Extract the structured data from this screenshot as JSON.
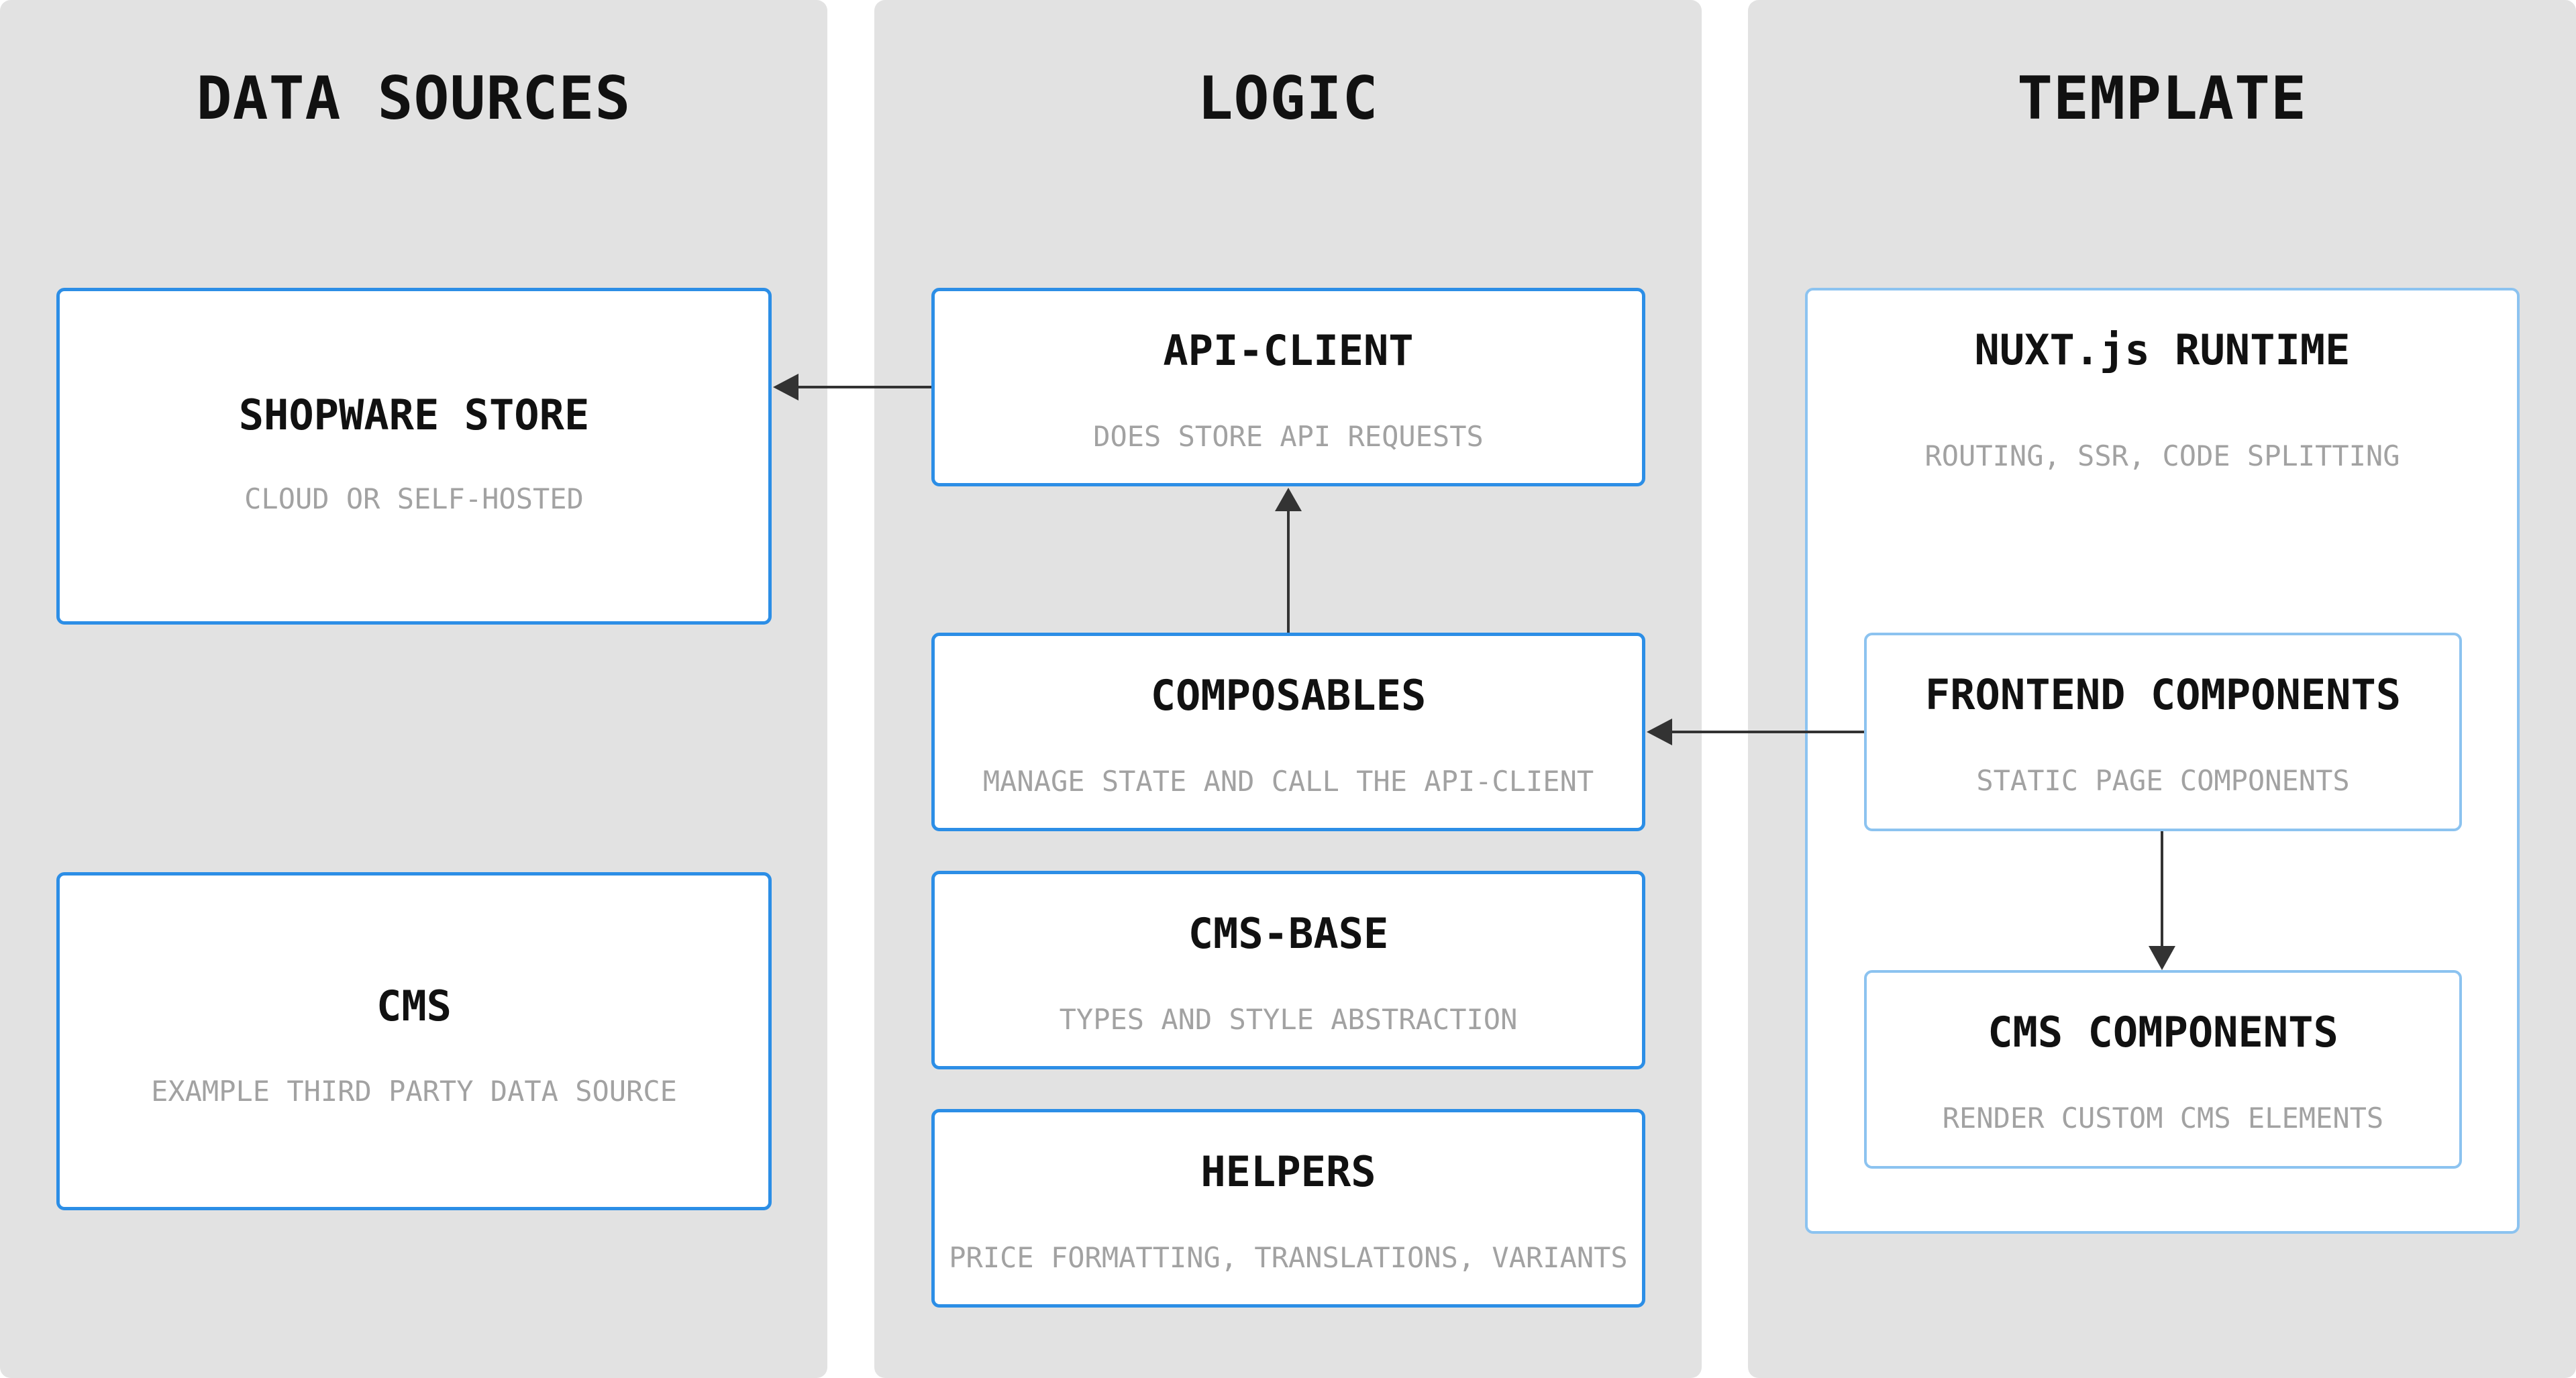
{
  "columns": [
    {
      "title": "DATA SOURCES"
    },
    {
      "title": "LOGIC"
    },
    {
      "title": "TEMPLATE"
    }
  ],
  "data_sources": {
    "shopware_store": {
      "title": "SHOPWARE STORE",
      "subtitle": "CLOUD OR SELF-HOSTED"
    },
    "cms": {
      "title": "CMS",
      "subtitle": "EXAMPLE THIRD PARTY DATA SOURCE"
    }
  },
  "logic": {
    "api_client": {
      "title": "API-CLIENT",
      "subtitle": "DOES STORE API REQUESTS"
    },
    "composables": {
      "title": "COMPOSABLES",
      "subtitle": "MANAGE STATE AND CALL THE API-CLIENT"
    },
    "cms_base": {
      "title": "CMS-BASE",
      "subtitle": "TYPES AND STYLE ABSTRACTION"
    },
    "helpers": {
      "title": "HELPERS",
      "subtitle": "PRICE FORMATTING, TRANSLATIONS, VARIANTS"
    }
  },
  "template": {
    "nuxt_runtime": {
      "title": "NUXT.js RUNTIME",
      "subtitle": "ROUTING, SSR, CODE SPLITTING"
    },
    "frontend_components": {
      "title": "FRONTEND COMPONENTS",
      "subtitle": "STATIC PAGE COMPONENTS"
    },
    "cms_components": {
      "title": "CMS COMPONENTS",
      "subtitle": "RENDER CUSTOM CMS ELEMENTS"
    }
  },
  "colors": {
    "column_bg": "#e2e2e2",
    "box_border": "#2c8ee6",
    "box_border_light": "#8cc3f0",
    "subtitle_text": "#a2a2a2",
    "arrow": "#333333"
  }
}
